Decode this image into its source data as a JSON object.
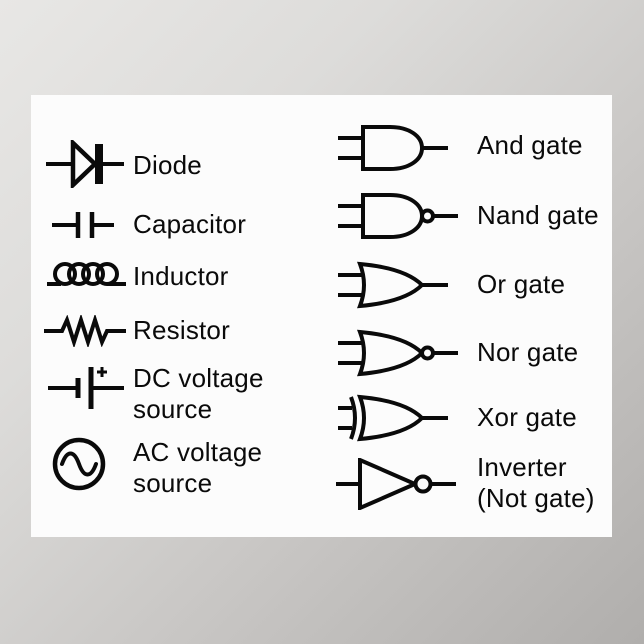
{
  "scene": {
    "wall_color_light": "#e8e7e5",
    "wall_color_dark": "#b0aeac",
    "poster_color": "#fcfcfc",
    "ink_color": "#0a0a0a"
  },
  "legend": {
    "left_column": [
      {
        "symbol": "diode",
        "lines": [
          "Diode"
        ]
      },
      {
        "symbol": "capacitor",
        "lines": [
          "Capacitor"
        ]
      },
      {
        "symbol": "inductor",
        "lines": [
          "Inductor"
        ]
      },
      {
        "symbol": "resistor",
        "lines": [
          "Resistor"
        ]
      },
      {
        "symbol": "dc-voltage-source",
        "lines": [
          "DC voltage",
          "source"
        ]
      },
      {
        "symbol": "ac-voltage-source",
        "lines": [
          "AC voltage",
          "source"
        ]
      }
    ],
    "right_column": [
      {
        "symbol": "and-gate",
        "lines": [
          "And gate"
        ]
      },
      {
        "symbol": "nand-gate",
        "lines": [
          "Nand gate"
        ]
      },
      {
        "symbol": "or-gate",
        "lines": [
          "Or gate"
        ]
      },
      {
        "symbol": "nor-gate",
        "lines": [
          "Nor gate"
        ]
      },
      {
        "symbol": "xor-gate",
        "lines": [
          "Xor gate"
        ]
      },
      {
        "symbol": "inverter",
        "lines": [
          "Inverter",
          "(Not gate)"
        ]
      }
    ]
  }
}
